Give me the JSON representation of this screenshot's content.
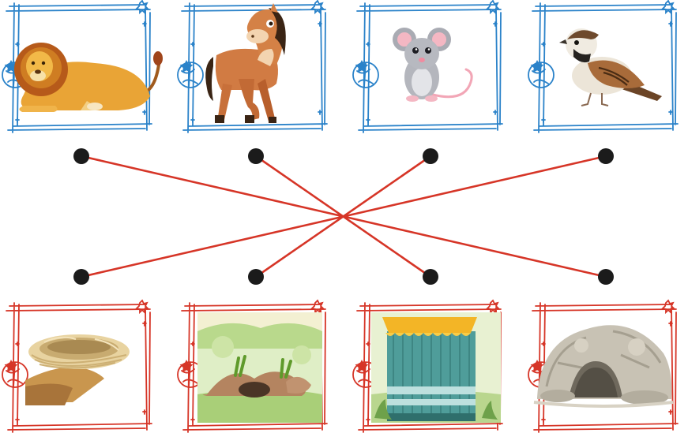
{
  "worksheet": {
    "instruction": "",
    "animals": [
      {
        "key": "lion",
        "icon": "lion-icon"
      },
      {
        "key": "horse",
        "icon": "horse-icon"
      },
      {
        "key": "mouse",
        "icon": "mouse-icon"
      },
      {
        "key": "sparrow",
        "icon": "sparrow-icon"
      }
    ],
    "homes": [
      {
        "key": "nest",
        "icon": "nest-icon"
      },
      {
        "key": "burrow",
        "icon": "burrow-icon"
      },
      {
        "key": "stable",
        "icon": "stable-icon"
      },
      {
        "key": "cave",
        "icon": "cave-icon"
      }
    ],
    "connections": [
      {
        "from": 0,
        "to": 3
      },
      {
        "from": 1,
        "to": 2
      },
      {
        "from": 2,
        "to": 1
      },
      {
        "from": 3,
        "to": 0
      }
    ],
    "colors": {
      "top_frame": "#2a82c9",
      "bottom_frame": "#d63527",
      "line": "#d63527",
      "dot": "#1b1b1b"
    }
  }
}
